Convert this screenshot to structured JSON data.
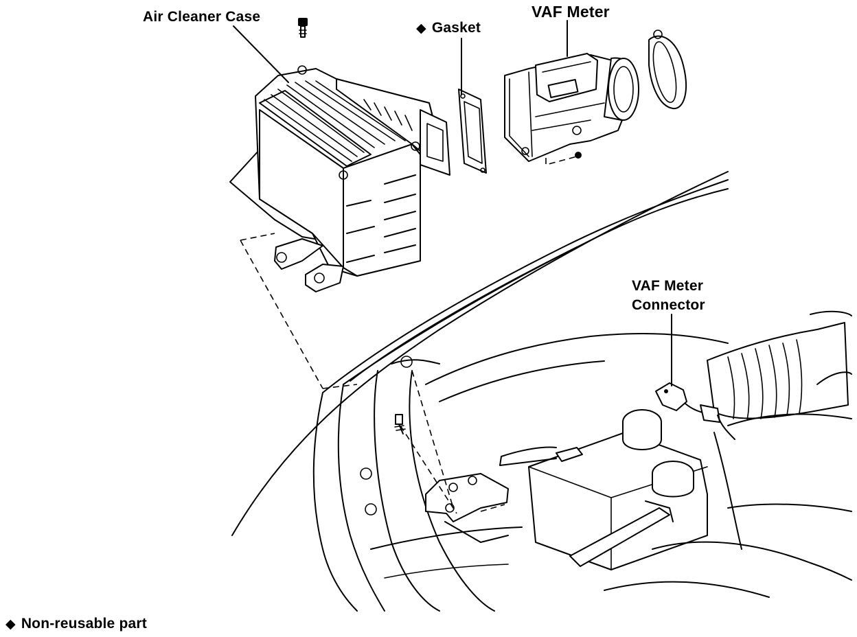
{
  "labels": {
    "air_cleaner_case": "Air Cleaner Case",
    "gasket": "Gasket",
    "vaf_meter": "VAF Meter",
    "vaf_meter_connector_line1": "VAF Meter",
    "vaf_meter_connector_line2": "Connector"
  },
  "legend": {
    "symbol": "◆",
    "text": "Non-reusable part"
  }
}
